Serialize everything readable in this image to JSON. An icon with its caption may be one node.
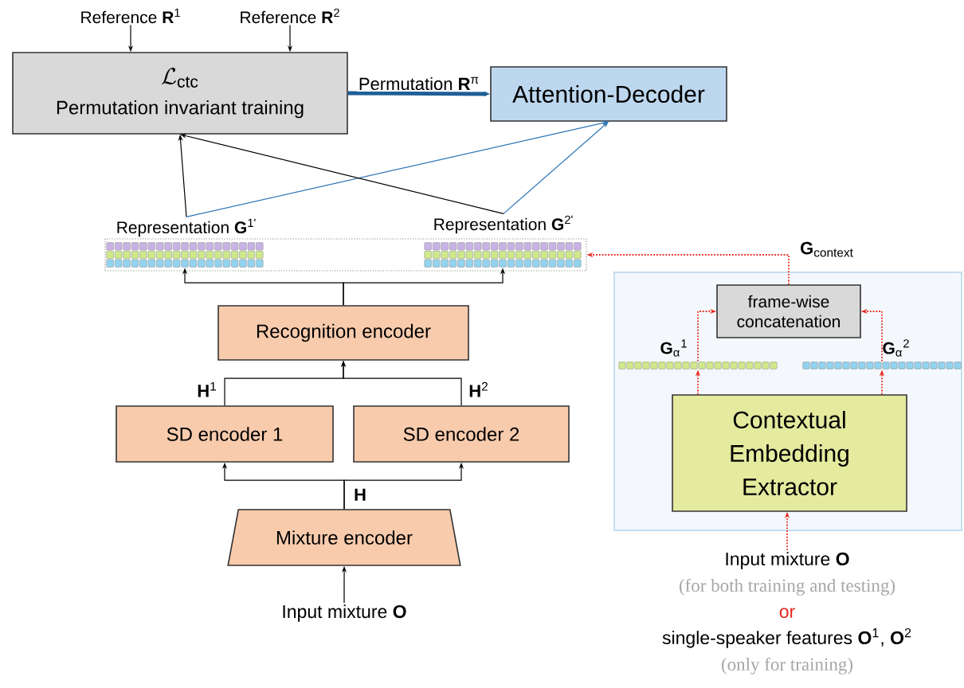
{
  "diagram": {
    "nodes": [
      {
        "text": [
          "Reference **R**$^{1}$"
        ]
      },
      {
        "text": [
          "Reference **R**$^{2}$"
        ]
      },
      {
        "text": [
          "\\mathcal{L}_{\\mathrm{ctc}}",
          "Permutation invariant training"
        ]
      },
      {
        "text": [
          "Attention-Decoder"
        ]
      },
      {
        "text": [],
        "shape": "bar"
      },
      {
        "text": [
          "Representation **G**$^{1'}$"
        ]
      },
      {
        "text": [
          "Representation **G**$^{2'}$"
        ]
      },
      {
        "text": [
          "Recognition encoder"
        ]
      },
      {
        "text": [
          "SD encoder 1"
        ]
      },
      {
        "text": [
          "SD encoder 2"
        ]
      },
      {
        "text": [
          "Mixture encoder"
        ]
      },
      {
        "text": [
          "Input mixture **O**"
        ]
      },
      {
        "text": [],
        "shape": "box"
      },
      {
        "text": [
          "frame-wise concatenation"
        ],
        "in": 12
      },
      {
        "text": [
          "**G**$_{α}$$^{1}$"
        ],
        "in": 12
      },
      {
        "text": [
          "**G**$_{α}$$^{2}$"
        ],
        "in": 12
      },
      {
        "text": [
          "Contextual Embedding Extractor"
        ],
        "in": 12
      },
      {
        "text": [
          "Input mixture **O**",
          "(for both training and testing)",
          "or",
          "single-speaker features **O**$^{1}$, **O**$^{2}$",
          "(only for training)"
        ]
      }
    ],
    "edges": [
      {
        "from": 0,
        "to": 2,
        "arrow": "to"
      },
      {
        "from": 1,
        "to": 2,
        "arrow": "to"
      },
      {
        "from": 2,
        "to": 3,
        "arrow": "to",
        "label": "Permutation **R**$^{π}$",
        "style": "thick",
        "color": "#1f5f96"
      },
      {
        "from": 5,
        "to": 2,
        "arrow": "to"
      },
      {
        "from": 5,
        "to": 3,
        "arrow": "to",
        "color": "#2e75b6"
      },
      {
        "from": 6,
        "to": 2,
        "arrow": "to"
      },
      {
        "from": 6,
        "to": 3,
        "arrow": "to",
        "color": "#2e75b6"
      },
      {
        "from": 7,
        "to": 5,
        "arrow": "to"
      },
      {
        "from": 7,
        "to": 6,
        "arrow": "to"
      },
      {
        "from": 8,
        "to": 7,
        "arrow": "to",
        "label": "**H**$^{1}$"
      },
      {
        "from": 9,
        "to": 7,
        "arrow": "to",
        "label": "**H**$^{2}$"
      },
      {
        "from": 10,
        "to": 8,
        "arrow": "to",
        "label": "**H**"
      },
      {
        "from": 10,
        "to": 9,
        "arrow": "to"
      },
      {
        "from": 11,
        "to": 10,
        "arrow": "to"
      },
      {
        "from": 16,
        "to": 14,
        "arrow": "to",
        "style": "dashed",
        "color": "#e8261c"
      },
      {
        "from": 16,
        "to": 15,
        "arrow": "to",
        "style": "dashed",
        "color": "#e8261c"
      },
      {
        "from": 14,
        "to": 13,
        "arrow": "to",
        "style": "dashed",
        "color": "#e8261c"
      },
      {
        "from": 15,
        "to": 13,
        "arrow": "to",
        "style": "dashed",
        "color": "#e8261c"
      },
      {
        "from": 13,
        "to": 4,
        "arrow": "to",
        "style": "dashed",
        "color": "#e8261c",
        "label": "**G**$_{context}$"
      },
      {
        "from": 17,
        "to": 16,
        "arrow": "to",
        "style": "dashed",
        "color": "#e8261c"
      }
    ]
  }
}
